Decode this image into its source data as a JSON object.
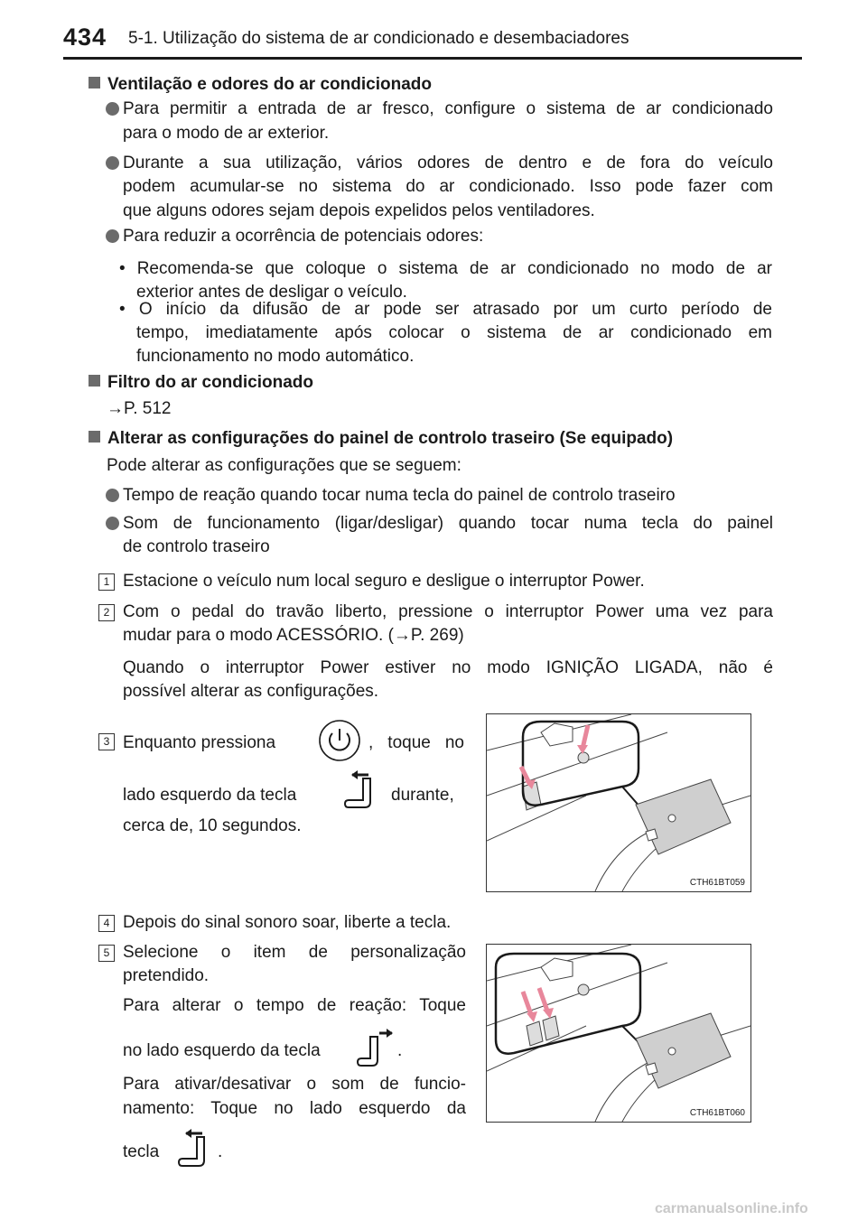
{
  "header": {
    "page_number": "434",
    "section_title": "5-1. Utilização do sistema de ar condicionado e desembaciadores"
  },
  "s1": {
    "heading": "Ventilação e odores do ar condicionado",
    "b1": "Para permitir a entrada de ar fresco, configure o sistema de ar condicionado",
    "b1_l2": "para o modo de ar exterior.",
    "b2_l1": "Durante a sua utilização, vários odores de dentro e de fora do veículo",
    "b2_l2": "podem acumular-se no sistema do ar condicionado. Isso pode fazer com",
    "b2_l3": "que alguns odores sejam depois expelidos pelos ventiladores.",
    "b3": "Para reduzir a ocorrência de potenciais odores:",
    "sub1_l1": "• Recomenda-se que coloque o sistema de ar condicionado no modo de ar",
    "sub1_l2": "exterior antes de desligar o veículo.",
    "sub2_l1": "• O início da difusão de ar pode ser atrasado por um curto período de",
    "sub2_l2": "tempo, imediatamente após colocar o sistema de ar condicionado em",
    "sub2_l3": "funcionamento no modo automático."
  },
  "s2": {
    "heading": "Filtro do ar condicionado",
    "ref": "→P. 512"
  },
  "s3": {
    "heading": "Alterar as configurações do painel de controlo traseiro (Se equipado)",
    "intro": "Pode alterar as configurações que se seguem:",
    "b1": "Tempo de reação quando tocar numa tecla do painel de controlo traseiro",
    "b2_l1": "Som de funcionamento (ligar/desligar) quando tocar numa tecla do painel",
    "b2_l2": "de controlo traseiro"
  },
  "steps": {
    "n1": "1",
    "s1": "Estacione o veículo num local seguro e desligue o interruptor Power.",
    "n2": "2",
    "s2_l1": "Com o pedal do travão liberto, pressione o interruptor Power uma vez para",
    "s2_l2": "mudar para o modo ACESSÓRIO. (→P. 269)",
    "s2_note_l1": "Quando o interruptor Power estiver no modo IGNIÇÃO LIGADA, não é",
    "s2_note_l2": "possível alterar as configurações.",
    "n3": "3",
    "s3_a": "Enquanto pressiona",
    "s3_b": ", toque no",
    "s3_c": "lado esquerdo da tecla",
    "s3_d": "durante,",
    "s3_e": "cerca de, 10 segundos.",
    "fig1_code": "CTH61BT059",
    "n4": "4",
    "s4": "Depois do sinal sonoro soar, liberte a tecla.",
    "n5": "5",
    "s5_l1": "Selecione o item de personalização",
    "s5_l2": "pretendido.",
    "s5_p1_l1": "Para alterar o tempo de reação: Toque",
    "s5_p1_l2": "no lado esquerdo da tecla",
    "s5_p1_end": ".",
    "s5_p2_l1": "Para ativar/desativar o som de funcio-",
    "s5_p2_l2": "namento: Toque no lado esquerdo da",
    "s5_p2_l3": "tecla",
    "s5_p2_end": ".",
    "fig2_code": "CTH61BT060"
  },
  "icons": [
    "square-bullet-icon",
    "round-bullet-icon",
    "power-button-icon",
    "seat-arrow-icon"
  ],
  "colors": {
    "bullet": "#6b6b6b",
    "arrow": "#e8879b"
  },
  "footer": {
    "watermark": "carmanualsonline.info"
  }
}
